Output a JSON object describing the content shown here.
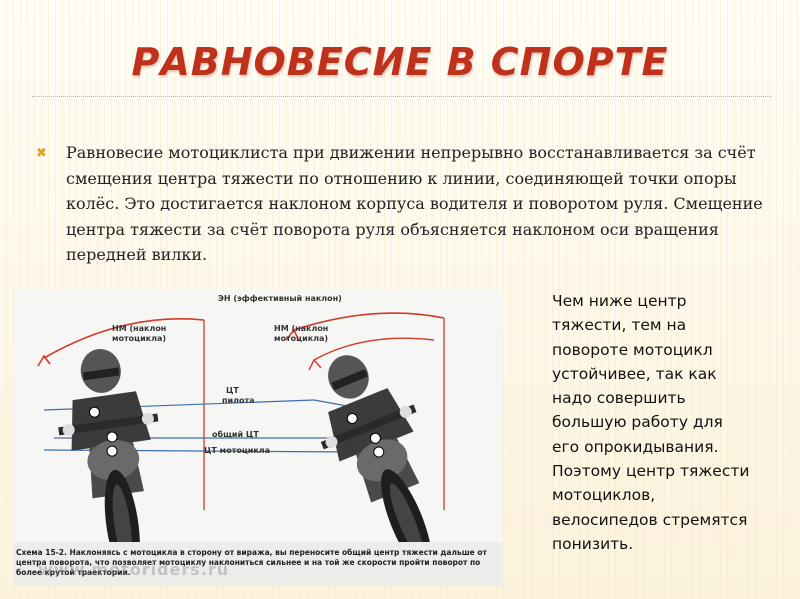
{
  "slide": {
    "title": "РАВНОВЕСИЕ  В СПОРТЕ",
    "bullet_text": "Равновесие мотоциклиста при движении непрерывно восстанавливается за счёт смещения центра тяжести по отношению к линии, соединяющей точки опоры колёс. Это достигается наклоном корпуса водителя и поворотом руля. Смещение центра тяжести за счёт поворота руля объясняется наклоном оси вращения передней вилки.",
    "side_lines": [
      "Чем ниже центр",
      "тяжести, тем на",
      "повороте мотоцикл",
      "устойчивее, так как",
      "надо совершить",
      "большую работу для",
      "его опрокидывания.",
      "Поэтому центр тяжести",
      "мотоциклов,",
      "велосипедов стремятся",
      "понизить."
    ]
  },
  "figure": {
    "labels": {
      "eh": "ЭН (эффективный наклон)",
      "nm_left_1": "НМ (наклон",
      "nm_left_2": "мотоцикла)",
      "nm_right_1": "НМ (наклон",
      "nm_right_2": "мотоцикла)",
      "ct_pilot_1": "ЦТ",
      "ct_pilot_2": "пилота",
      "ct_common": "общий ЦТ",
      "ct_moto": "ЦТ мотоцикла"
    },
    "caption": "Схема 15-2. Наклоняясь с мотоцикла в сторону от виража, вы переносите общий центр тяжести дальше от центра поворота, что позволяет мотоциклу наклониться сильнее и на той же скорости пройти поворот по более крутой траектории.",
    "watermark": "www.motoriders.ru"
  },
  "colors": {
    "title": "#c0311b",
    "bullet": "#e0a21a",
    "arrow": "#d33a2a",
    "guide": "#3a6fb5"
  }
}
